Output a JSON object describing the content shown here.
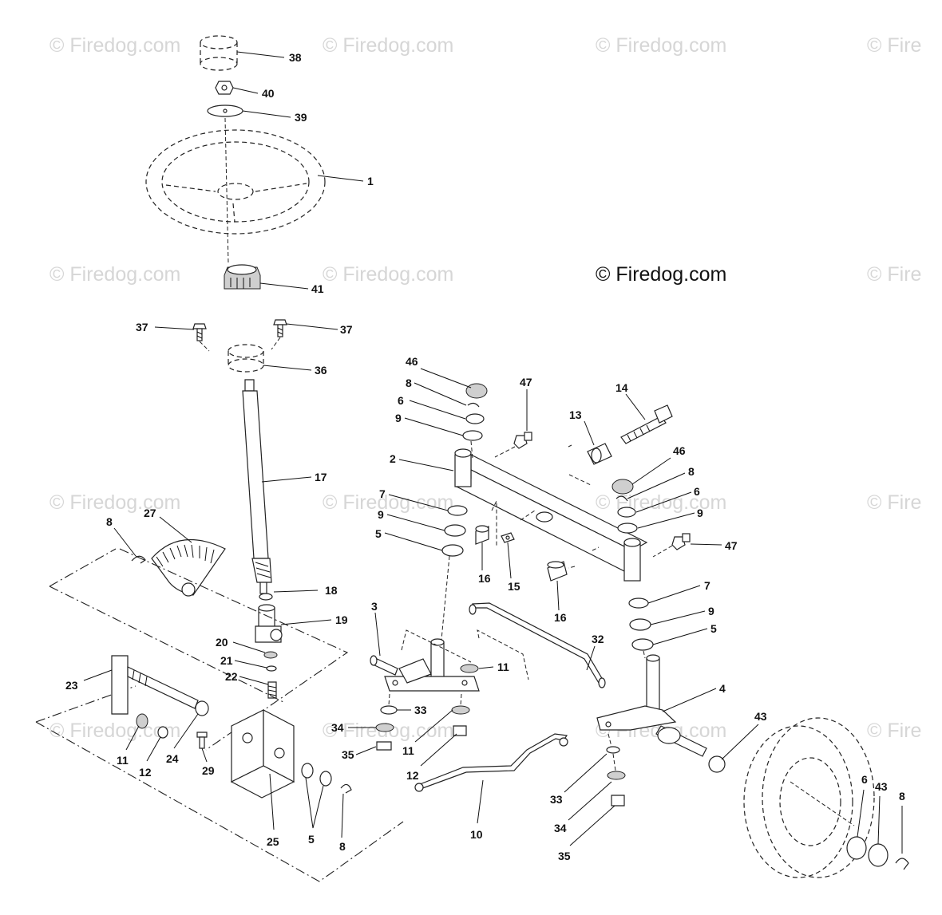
{
  "watermarks": [
    "© Firedog.com",
    "© Firedog.com",
    "© Firedog.com",
    "© Fire",
    "© Firedog.com",
    "© Firedog.com",
    "© Fire",
    "© Firedog.com",
    "© Firedog.com",
    "© Firedog.com",
    "© Fire",
    "© Firedog.com",
    "© Firedog.com",
    "© Firedog.com",
    "© Fire"
  ],
  "main_watermark": "© Firedog.com",
  "callouts": [
    "38",
    "40",
    "39",
    "1",
    "41",
    "37",
    "37",
    "36",
    "17",
    "46",
    "8",
    "6",
    "9",
    "47",
    "14",
    "13",
    "2",
    "46",
    "8",
    "6",
    "9",
    "47",
    "7",
    "9",
    "5",
    "16",
    "15",
    "16",
    "7",
    "9",
    "5",
    "4",
    "27",
    "8",
    "18",
    "19",
    "20",
    "21",
    "22",
    "3",
    "11",
    "33",
    "34",
    "35",
    "11",
    "12",
    "32",
    "23",
    "11",
    "12",
    "24",
    "29",
    "25",
    "5",
    "8",
    "10",
    "33",
    "34",
    "35",
    "43",
    "6",
    "43",
    "8"
  ]
}
